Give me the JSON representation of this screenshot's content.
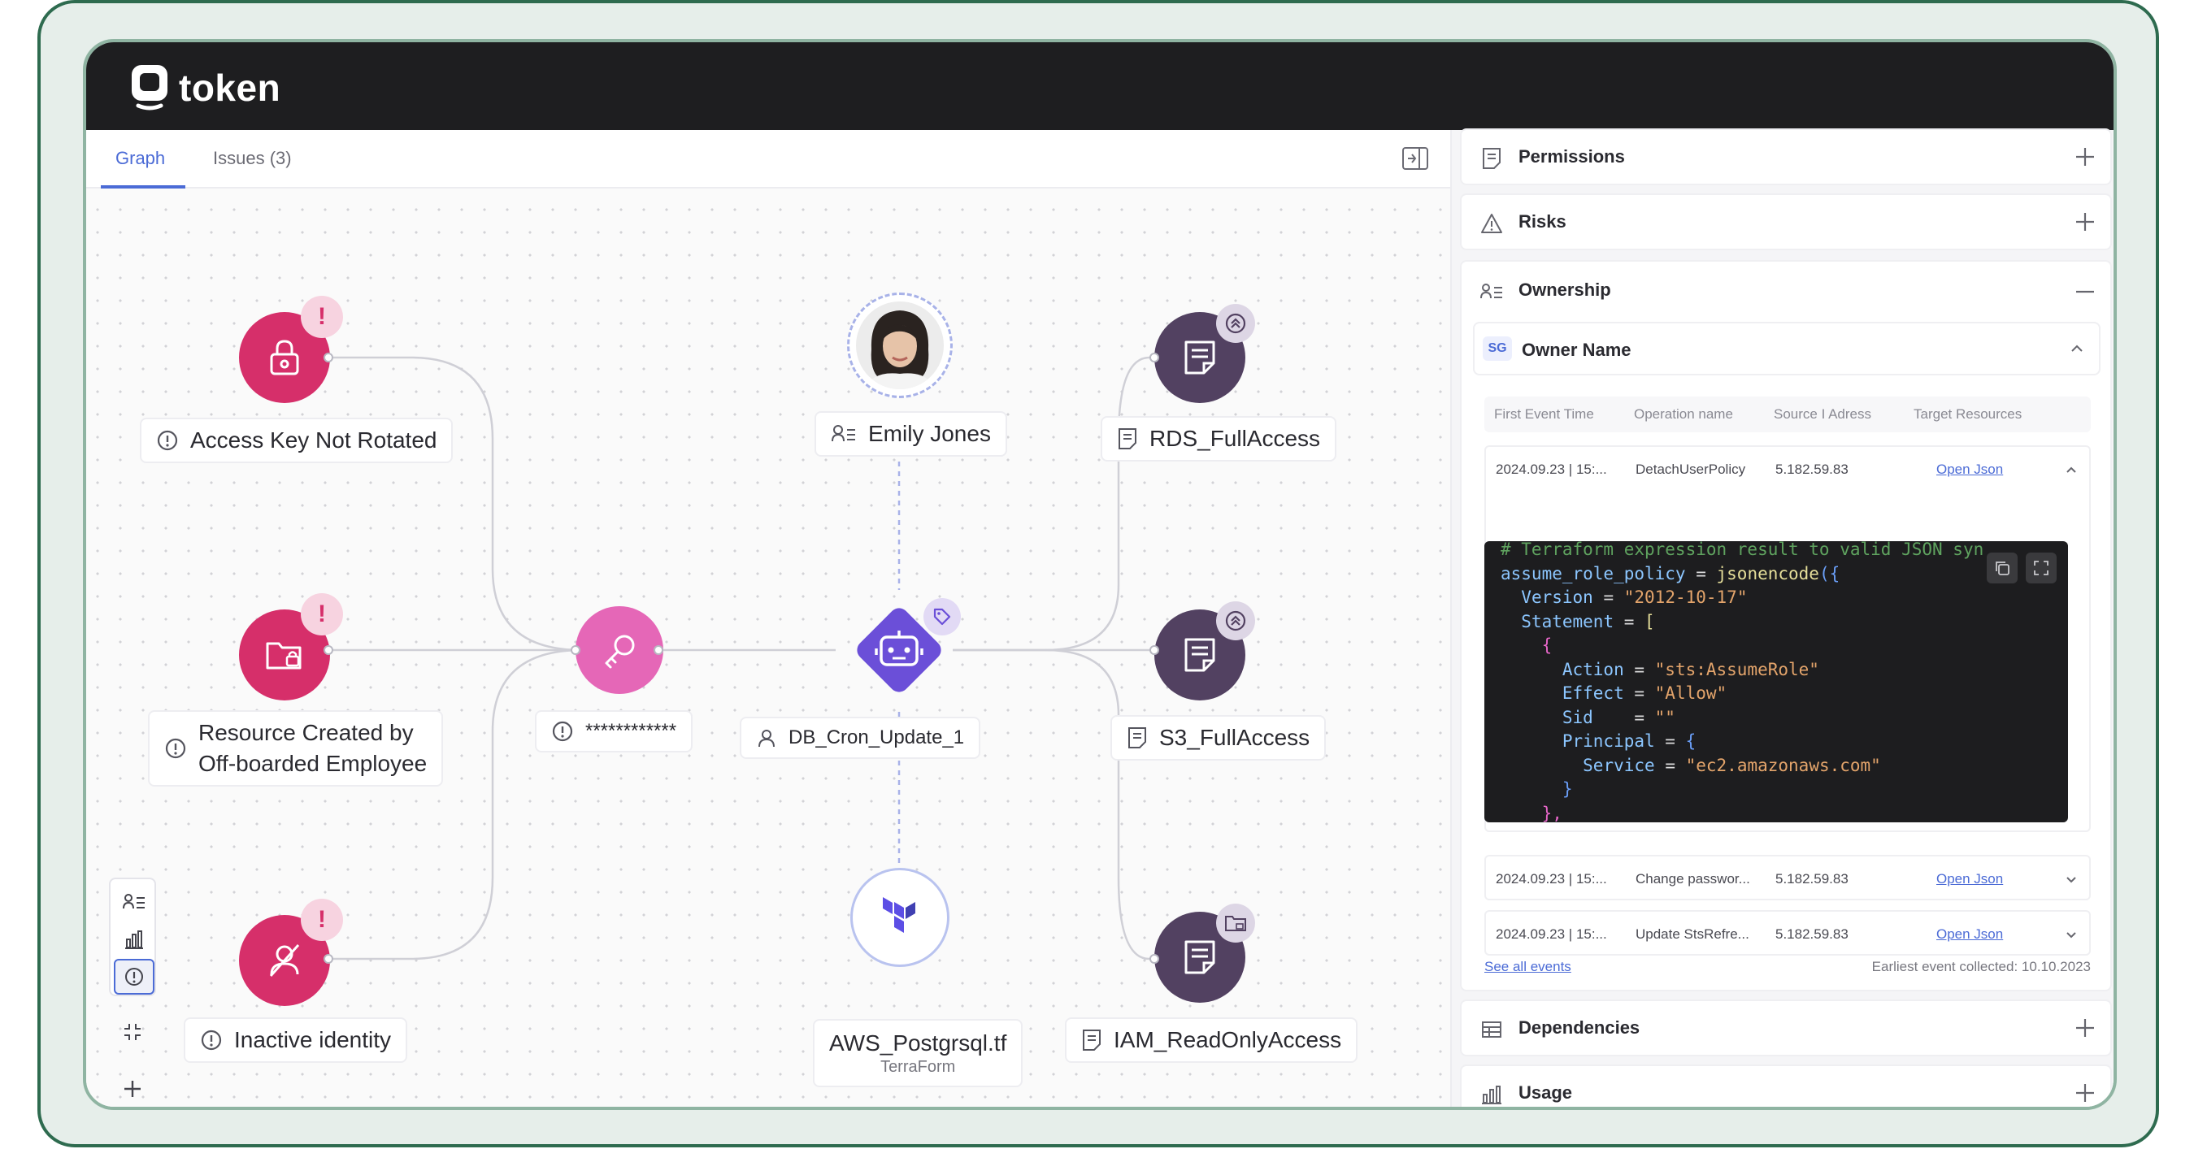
{
  "app": {
    "logo_text": "token"
  },
  "tabs": [
    {
      "label": "Graph"
    },
    {
      "label": "Issues (3)"
    }
  ],
  "graph": {
    "issues": [
      {
        "label": "Access Key Not Rotated",
        "badge": "!"
      },
      {
        "label_line1": "Resource Created by",
        "label_line2": "Off-boarded Employee",
        "badge": "!"
      },
      {
        "label": "Inactive identity",
        "badge": "!"
      }
    ],
    "secret": {
      "label": "************"
    },
    "user": {
      "label": "Emily Jones"
    },
    "bot": {
      "label": "DB_Cron_Update_1"
    },
    "terraform": {
      "label": "AWS_Postgrsql.tf",
      "sublabel": "TerraForm"
    },
    "policies": [
      {
        "label": "RDS_FullAccess"
      },
      {
        "label": "S3_FullAccess"
      },
      {
        "label": "IAM_ReadOnlyAccess"
      }
    ]
  },
  "sidebar": {
    "permissions": "Permissions",
    "risks": "Risks",
    "ownership": "Ownership",
    "owner_badge": "SG",
    "owner_name": "Owner Name",
    "columns": [
      "First Event Time",
      "Operation name",
      "Source I Adress",
      "Target Resources"
    ],
    "events": [
      {
        "time": "2024.09.23 | 15:...",
        "op": "DetachUserPolicy",
        "ip": "5.182.59.83",
        "link": "Open Json"
      },
      {
        "time": "2024.09.23 | 15:...",
        "op": "Change passwor...",
        "ip": "5.182.59.83",
        "link": "Open Json"
      },
      {
        "time": "2024.09.23 | 15:...",
        "op": "Update StsRefre...",
        "ip": "5.182.59.83",
        "link": "Open Json"
      }
    ],
    "code": {
      "l1": "# Terraform expression result to valid JSON syn",
      "l2a": "assume_role_policy",
      "l2b": " = ",
      "l2c": "jsonencode",
      "l2d": "({",
      "l3a": "Version",
      "l3b": " = ",
      "l3c": "\"2012-10-17\"",
      "l4a": "Statement",
      "l4b": " = ",
      "l4c": "[",
      "l5": "{",
      "l6a": "Action",
      "l6b": " = ",
      "l6c": "\"sts:AssumeRole\"",
      "l7a": "Effect",
      "l7b": " = ",
      "l7c": "\"Allow\"",
      "l8a": "Sid",
      "l8b": "    = ",
      "l8c": "\"\"",
      "l9a": "Principal",
      "l9b": " = ",
      "l9c": "{",
      "l10a": "Service",
      "l10b": " = ",
      "l10c": "\"ec2.amazonaws.com\"",
      "l11": "}",
      "l12": "},"
    },
    "see_all": "See all events",
    "earliest": "Earliest event collected: 10.10.2023",
    "dependencies": "Dependencies",
    "usage": "Usage"
  },
  "colors": {
    "accent": "#4b6bd6",
    "issue": "#d62f6a",
    "policy": "#524161",
    "secret": "#e567b7",
    "bot": "#6b4fd8"
  }
}
